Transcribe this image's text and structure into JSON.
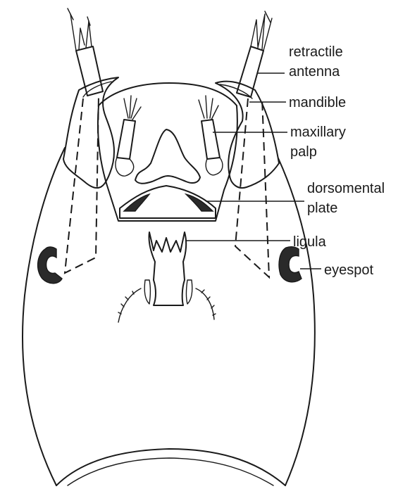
{
  "labels": {
    "retractile_antenna": [
      "retractile",
      "antenna"
    ],
    "mandible": [
      "mandible"
    ],
    "maxillary_palp": [
      "maxillary",
      "palp"
    ],
    "dorsomental_plate": [
      "dorsomental",
      "plate"
    ],
    "ligula": [
      "ligula"
    ],
    "eyespot": [
      "eyespot"
    ]
  },
  "colors": {
    "ink": "#1a1a1a",
    "background": "#ffffff"
  }
}
